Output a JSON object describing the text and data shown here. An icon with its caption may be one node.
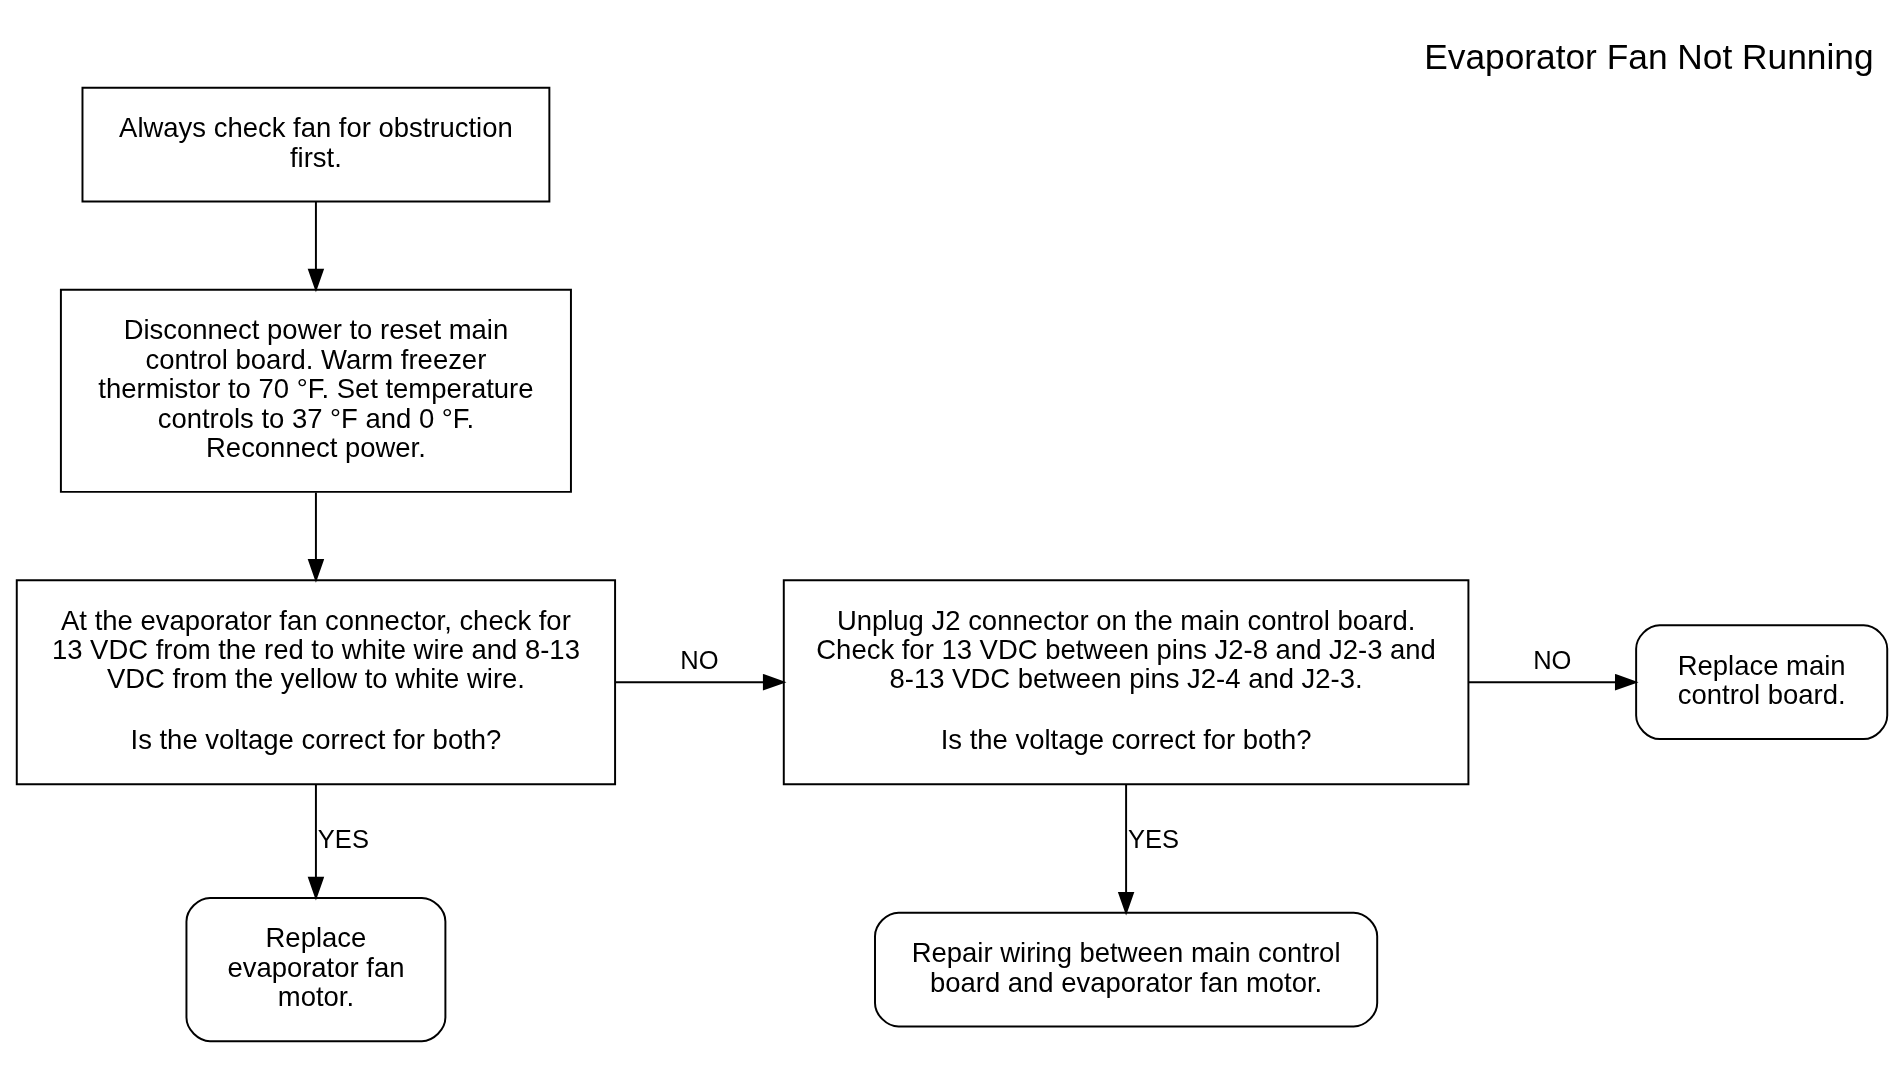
{
  "diagram": {
    "title": "Evaporator Fan Not Running",
    "nodes": [
      {
        "text": [
          "Always check fan for obstruction first."
        ]
      },
      {
        "text": [
          "Disconnect power to reset main control board. Warm freezer thermistor to 70 °F. Set temperature controls to 37 °F and 0 °F. Reconnect power."
        ]
      },
      {
        "text": [
          "At the evaporator fan connector, check for 13 VDC from the red to white wire and 8-13 VDC from the yellow to white wire.",
          "Is the voltage correct for both?"
        ]
      },
      {
        "text": [
          "Unplug J2 connector on the main control board. Check for 13 VDC between pins J2-8 and J2-3 and 8-13 VDC between pins J2-4 and J2-3.",
          "Is the voltage correct for both?"
        ]
      },
      {
        "text": [
          "Replace main control board."
        ]
      },
      {
        "text": [
          "Replace evaporator fan motor."
        ]
      },
      {
        "text": [
          "Repair wiring between main control board and evaporator fan motor."
        ]
      }
    ],
    "edges": [
      {
        "from": 0,
        "to": 1,
        "arrow": "to"
      },
      {
        "from": 1,
        "to": 2,
        "arrow": "to"
      },
      {
        "from": 2,
        "to": 3,
        "arrow": "to",
        "label": "NO"
      },
      {
        "from": 3,
        "to": 4,
        "arrow": "to",
        "label": "NO"
      },
      {
        "from": 2,
        "to": 5,
        "arrow": "to",
        "label": "YES"
      },
      {
        "from": 3,
        "to": 6,
        "arrow": "to",
        "label": "YES"
      }
    ]
  }
}
